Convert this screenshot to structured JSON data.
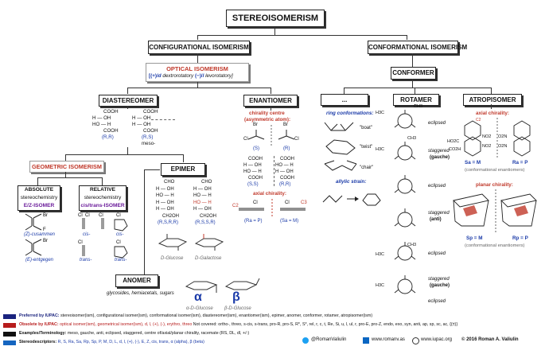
{
  "title": "STEREOISOMERISM",
  "configurational": "CONFIGURATIONAL ISOMERISM",
  "conformational": "CONFORMATIONAL ISOMERISM",
  "optical": {
    "title": "OPTICAL ISOMERISM",
    "sub_a": "[(+)/",
    "sub_d": "d",
    "sub_dex": "dextrorotatory",
    "sub_sep": "(−)/",
    "sub_l": "l",
    "sub_lev": "levorotatory]"
  },
  "conformer": "CONFORMER",
  "diastereomer": "DIASTEREOMER",
  "enantiomer": "ENANTIOMER",
  "conformer_cols": {
    "dots": "...",
    "rotamer": "ROTAMER",
    "atropisomer": "ATROPISOMER"
  },
  "dia_struct": {
    "cooh": "COOH",
    "h": "H",
    "oh": "OH",
    "ho": "HO",
    "rr": "(R,R)",
    "rs": "(R,S)",
    "meso": "meso-"
  },
  "enant": {
    "chirality_centre": "chirality centre",
    "asym": "(asymmetric atom):",
    "br": "Br",
    "cl": "Cl",
    "f": "F",
    "s": "(S)",
    "r": "(R)",
    "ss": "(S,S)",
    "rr": "(R,R)",
    "axial": "axial chirality:",
    "rap": "(Ra = P)",
    "sam": "(Sa = M)",
    "c2": "C2",
    "c3": "C3"
  },
  "geometric": "GEOMETRIC ISOMERISM",
  "absolute": {
    "l1": "ABSOLUTE",
    "l2": "stereochemistry",
    "l3": "E/Z-ISOMER",
    "z": "(Z)-cusammen",
    "e": "(E)-entgegen"
  },
  "relative": {
    "l1": "RELATIVE",
    "l2": "stereochemistry",
    "l3": "cis/trans-ISOMER",
    "cis": "cis-",
    "trans": "trans-"
  },
  "epimer": {
    "title": "EPIMER",
    "cho": "CHO",
    "ch2oh": "CH2OH",
    "label1": "(R,S,R,R)",
    "label2": "(R,S,S,R)",
    "glucose": "D-Glucose",
    "galactose": "D-Galactose"
  },
  "anomer": {
    "title": "ANOMER",
    "desc": "glycosides, hemiacetals, sugars",
    "alpha": "α",
    "beta": "β",
    "alpha_name": "α-D-Glucose",
    "beta_name": "β-D-Glucose"
  },
  "ring": {
    "title": "ring conformations:",
    "boat": "\"boat\"",
    "twist": "\"twist\"",
    "chair": "\"chair\"",
    "allylic": "allylic strain:"
  },
  "rotamer": {
    "eclipsed": "eclipsed",
    "staggered": "staggered",
    "gauche": "(gauche)",
    "anti": "(anti)",
    "h3c": "H3C",
    "ch3": "CH3",
    "h": "H"
  },
  "atrop": {
    "axial": "axial chirality:",
    "sam": "Sa = M",
    "rap": "Ra = P",
    "conf_enant": "(conformational enantiomers)",
    "planar": "planar chirality:",
    "spm": "Sp = M",
    "rpp": "Rp = P",
    "no2": "NO2",
    "ho2c": "HO2C",
    "co2h": "CO2H",
    "o2n": "O2N"
  },
  "legend": [
    {
      "color": "#1a237e",
      "label": "Preferred by IUPAC:",
      "text": "stereoisomer(ism), configurational isomer(ism), conformational isomer(ism), diastereomer(ism), enantiomer(ism), epimer, anomer, conformer, rotamer, atropisomer(ism)"
    },
    {
      "color": "#b71c1c",
      "label": "Obsolete by IUPAC:",
      "text": "optical isomer(ism), geometrical isomer(ism), d, l, (+), (-), erythro, threo",
      "extra": "Not covered: ortho-, threo, s-cis, s-trans, pro-R, pro-S, R*, S*, rel, r, c, t, Re, Si, u, l, ul, r, pro-E, pro-Z, endo, exo, syn, anti, ap, sp, sc, ac, {(±)}"
    },
    {
      "color": "#111111",
      "label": "Examples/Terminology:",
      "text": "meso, gauche, anti, eclipsed, staggered, centre of/axial/planar chirality, racemate (RS, DL, dl, +/-)"
    },
    {
      "color": "#1565c0",
      "label": "Stereodescriptors:",
      "text": "R, S, Ra, Sa, Rp, Sp, P, M, D, L, d, l, (+), (-), E, Z, cis, trans, α (alpha), β (beta)"
    }
  ],
  "footer": {
    "twitter": "@RomanValiulin",
    "linkedin": "www.romanv.as",
    "web": "www.iupac.org",
    "copyright": "© 2016 Roman A. Valiulin"
  }
}
